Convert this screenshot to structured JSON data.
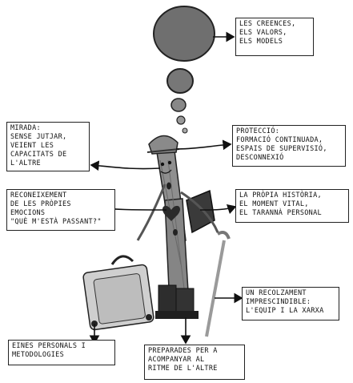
{
  "labels": {
    "beliefs": [
      "LES CREENCES,",
      "ELS VALORS,",
      "ELS MODELS"
    ],
    "gaze": [
      "MIRADA:",
      "SENSE JUTJAR,",
      "VEIENT LES",
      "CAPACITATS DE",
      "L'ALTRE"
    ],
    "protection": [
      "PROTECCIÓ:",
      "FORMACIÓ CONTINUADA,",
      "ESPAIS DE SUPERVISIÓ,",
      "DESCONNEXIÓ"
    ],
    "recognition": [
      "RECONEIXEMENT",
      "DE LES PRÒPIES",
      "EMOCIONS",
      "\"QUÈ M'ESTÀ PASSANT?\""
    ],
    "history": [
      "LA PRÒPIA HISTÒRIA,",
      "EL MOMENT VITAL,",
      "EL TARANNÀ PERSONAL"
    ],
    "support": [
      "UN RECOLZAMENT",
      "IMPRESCINDIBLE:",
      "L'EQUIP I LA XARXA"
    ],
    "tools": [
      "EINES PERSONALS I",
      "METODOLOGIES"
    ],
    "prepared": [
      "PREPARADES PER A",
      "ACOMPANYAR AL",
      "RITME DE L'ALTRE"
    ]
  },
  "colors": {
    "ink": "#111111",
    "figure": "#8a8a8a",
    "bubble": "#6f6f6f"
  }
}
